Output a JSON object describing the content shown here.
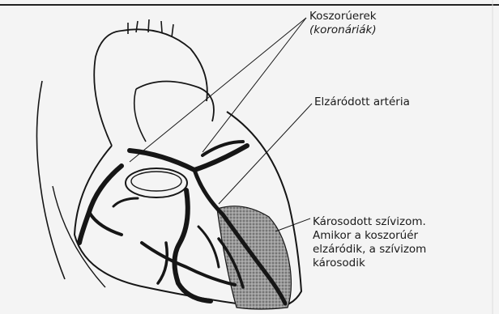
{
  "labels": {
    "coronary_title": "Koszorúerek",
    "coronary_subtitle": "(koronáriák)",
    "blocked_artery": "Elzáródott artéria",
    "damaged_line1": "Károsodott szívizom.",
    "damaged_line2": "Amikor a koszorúér",
    "damaged_line3": "elzáródik, a szívizom",
    "damaged_line4": "károsodik"
  },
  "colors": {
    "ink": "#161616",
    "paper": "#f4f4f4",
    "damage_fill": "#8c8c8c"
  }
}
